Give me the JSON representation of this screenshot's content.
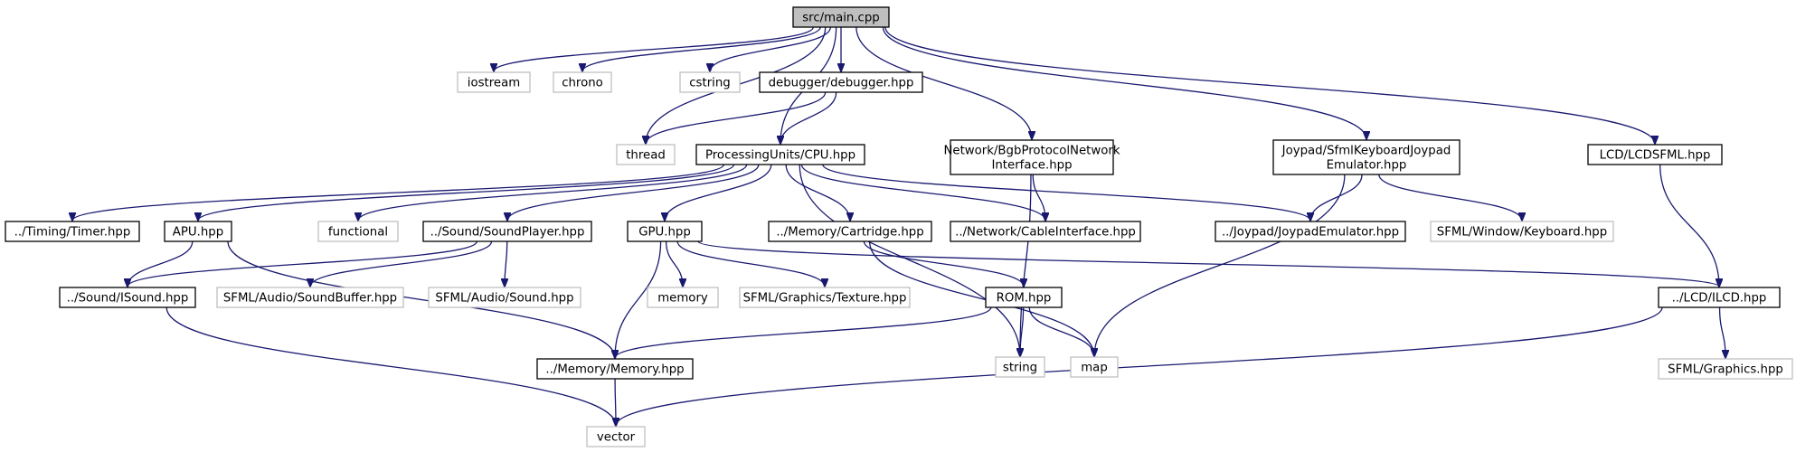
{
  "diagram": {
    "colors": {
      "edge": "#191970",
      "root_fill": "#bfbfbf",
      "project_border": "#000000",
      "system_border": "#c0c0c0"
    },
    "nodes": [
      {
        "id": "main",
        "lines": [
          "src/main.cpp"
        ],
        "kind": "root"
      },
      {
        "id": "iostream",
        "lines": [
          "iostream"
        ],
        "kind": "system"
      },
      {
        "id": "chrono",
        "lines": [
          "chrono"
        ],
        "kind": "system"
      },
      {
        "id": "cstring",
        "lines": [
          "cstring"
        ],
        "kind": "system"
      },
      {
        "id": "debugger",
        "lines": [
          "debugger/debugger.hpp"
        ],
        "kind": "project"
      },
      {
        "id": "thread",
        "lines": [
          "thread"
        ],
        "kind": "system"
      },
      {
        "id": "cpu",
        "lines": [
          "ProcessingUnits/CPU.hpp"
        ],
        "kind": "project"
      },
      {
        "id": "bgb",
        "lines": [
          "Network/BgbProtocolNetwork",
          "Interface.hpp"
        ],
        "kind": "project"
      },
      {
        "id": "sfmljoy",
        "lines": [
          "Joypad/SfmlKeyboardJoypad",
          "Emulator.hpp"
        ],
        "kind": "project"
      },
      {
        "id": "lcdsfml",
        "lines": [
          "LCD/LCDSFML.hpp"
        ],
        "kind": "project"
      },
      {
        "id": "timer",
        "lines": [
          "../Timing/Timer.hpp"
        ],
        "kind": "project"
      },
      {
        "id": "apu",
        "lines": [
          "APU.hpp"
        ],
        "kind": "project"
      },
      {
        "id": "functional",
        "lines": [
          "functional"
        ],
        "kind": "system"
      },
      {
        "id": "soundplayer",
        "lines": [
          "../Sound/SoundPlayer.hpp"
        ],
        "kind": "project"
      },
      {
        "id": "gpu",
        "lines": [
          "GPU.hpp"
        ],
        "kind": "project"
      },
      {
        "id": "cartridge",
        "lines": [
          "../Memory/Cartridge.hpp"
        ],
        "kind": "project"
      },
      {
        "id": "cable",
        "lines": [
          "../Network/CableInterface.hpp"
        ],
        "kind": "project"
      },
      {
        "id": "joyemu",
        "lines": [
          "../Joypad/JoypadEmulator.hpp"
        ],
        "kind": "project"
      },
      {
        "id": "keyboard",
        "lines": [
          "SFML/Window/Keyboard.hpp"
        ],
        "kind": "system"
      },
      {
        "id": "isound",
        "lines": [
          "../Sound/ISound.hpp"
        ],
        "kind": "project"
      },
      {
        "id": "soundbuffer",
        "lines": [
          "SFML/Audio/SoundBuffer.hpp"
        ],
        "kind": "system"
      },
      {
        "id": "sound",
        "lines": [
          "SFML/Audio/Sound.hpp"
        ],
        "kind": "system"
      },
      {
        "id": "memory",
        "lines": [
          "memory"
        ],
        "kind": "system"
      },
      {
        "id": "texture",
        "lines": [
          "SFML/Graphics/Texture.hpp"
        ],
        "kind": "system"
      },
      {
        "id": "rom",
        "lines": [
          "ROM.hpp"
        ],
        "kind": "project"
      },
      {
        "id": "ilcd",
        "lines": [
          "../LCD/ILCD.hpp"
        ],
        "kind": "project"
      },
      {
        "id": "memhpp",
        "lines": [
          "../Memory/Memory.hpp"
        ],
        "kind": "project"
      },
      {
        "id": "string",
        "lines": [
          "string"
        ],
        "kind": "system"
      },
      {
        "id": "map",
        "lines": [
          "map"
        ],
        "kind": "system"
      },
      {
        "id": "graphics",
        "lines": [
          "SFML/Graphics.hpp"
        ],
        "kind": "system"
      },
      {
        "id": "vector",
        "lines": [
          "vector"
        ],
        "kind": "system"
      }
    ],
    "edges": [
      [
        "main",
        "iostream"
      ],
      [
        "main",
        "chrono"
      ],
      [
        "main",
        "cstring"
      ],
      [
        "main",
        "debugger"
      ],
      [
        "main",
        "thread"
      ],
      [
        "main",
        "cpu"
      ],
      [
        "main",
        "bgb"
      ],
      [
        "main",
        "sfmljoy"
      ],
      [
        "main",
        "lcdsfml"
      ],
      [
        "debugger",
        "thread"
      ],
      [
        "debugger",
        "cpu"
      ],
      [
        "cpu",
        "timer"
      ],
      [
        "cpu",
        "apu"
      ],
      [
        "cpu",
        "functional"
      ],
      [
        "cpu",
        "soundplayer"
      ],
      [
        "cpu",
        "gpu"
      ],
      [
        "cpu",
        "cartridge"
      ],
      [
        "cpu",
        "cable"
      ],
      [
        "cpu",
        "joyemu"
      ],
      [
        "cpu",
        "string"
      ],
      [
        "bgb",
        "cable"
      ],
      [
        "bgb",
        "string"
      ],
      [
        "sfmljoy",
        "joyemu"
      ],
      [
        "sfmljoy",
        "keyboard"
      ],
      [
        "sfmljoy",
        "map"
      ],
      [
        "lcdsfml",
        "ilcd"
      ],
      [
        "apu",
        "isound"
      ],
      [
        "apu",
        "memhpp"
      ],
      [
        "soundplayer",
        "isound"
      ],
      [
        "soundplayer",
        "soundbuffer"
      ],
      [
        "soundplayer",
        "sound"
      ],
      [
        "gpu",
        "memory"
      ],
      [
        "gpu",
        "texture"
      ],
      [
        "gpu",
        "memhpp"
      ],
      [
        "gpu",
        "ilcd"
      ],
      [
        "cartridge",
        "rom"
      ],
      [
        "cartridge",
        "map"
      ],
      [
        "rom",
        "memhpp"
      ],
      [
        "rom",
        "string"
      ],
      [
        "rom",
        "map"
      ],
      [
        "ilcd",
        "graphics"
      ],
      [
        "ilcd",
        "vector"
      ],
      [
        "isound",
        "vector"
      ],
      [
        "memhpp",
        "vector"
      ]
    ]
  }
}
